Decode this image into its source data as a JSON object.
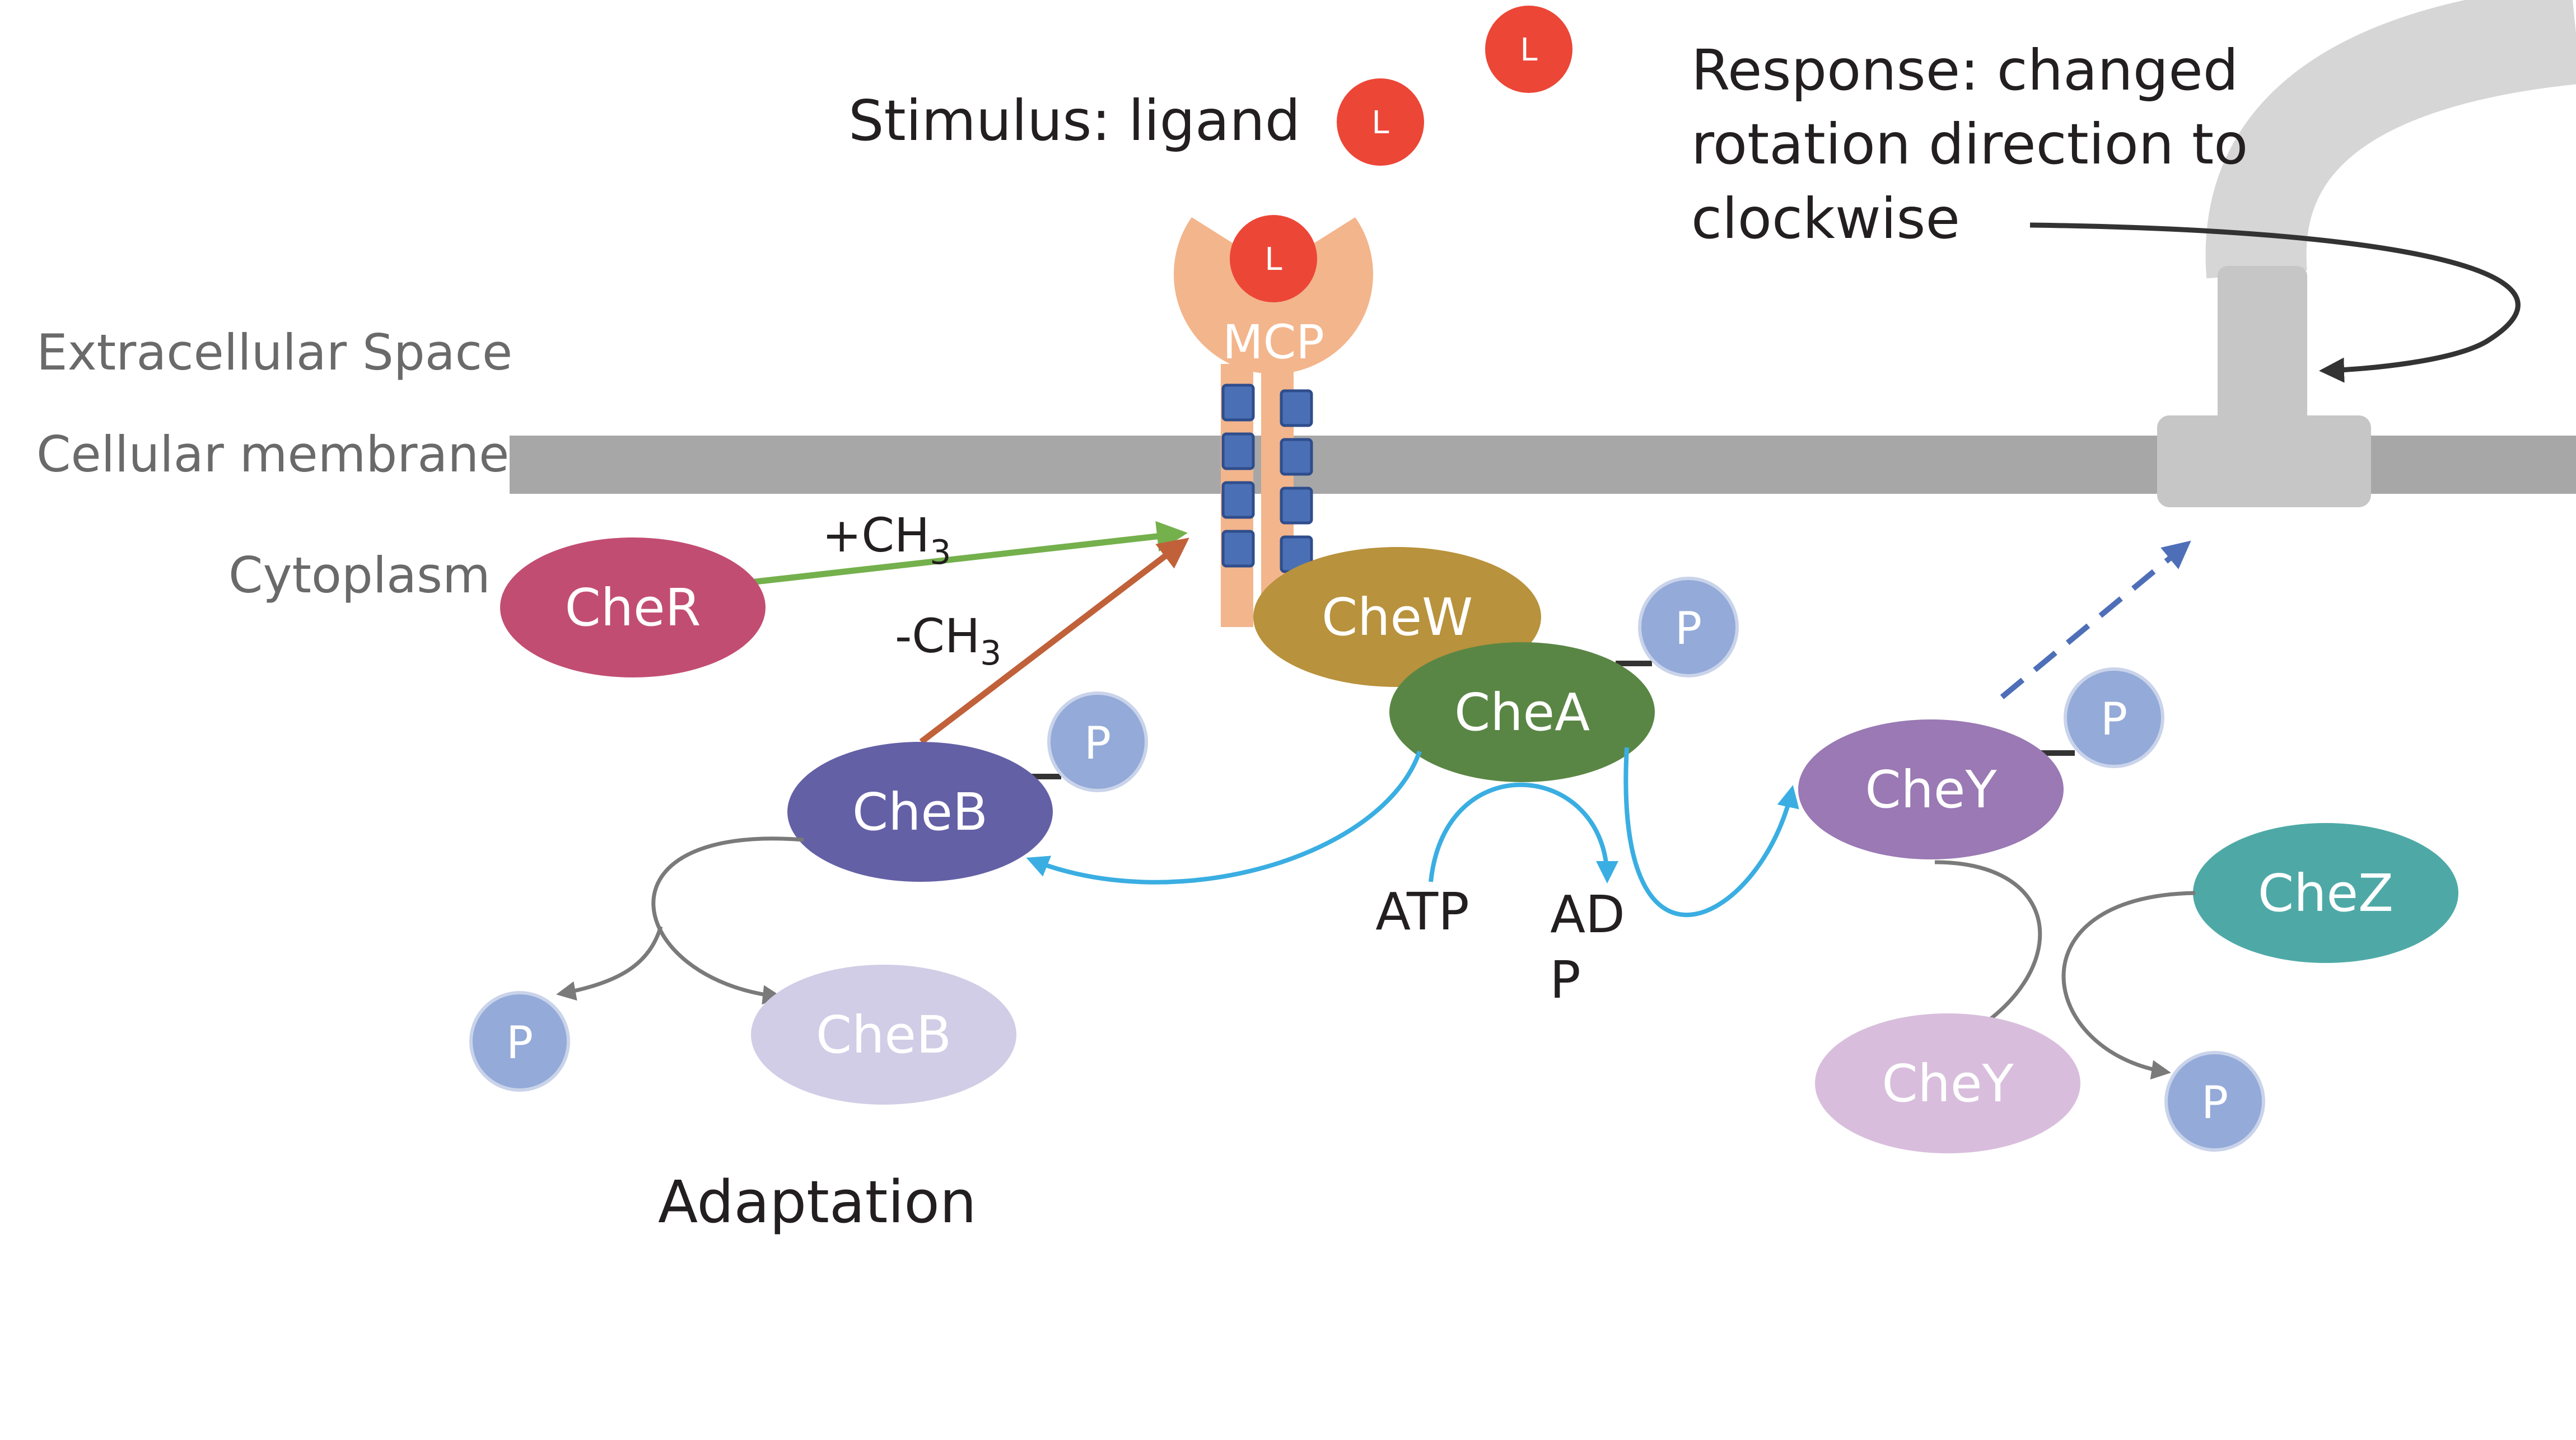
{
  "labels": {
    "extracellular": "Extracellular Space",
    "membrane": "Cellular membrane",
    "cytoplasm": "Cytoplasm",
    "stimulus": "Stimulus: ligand",
    "response_line1": "Response: changed",
    "response_line2": "rotation direction to",
    "response_line3": "clockwise",
    "adaptation": "Adaptation",
    "methyl_add": "+CH",
    "methyl_remove": "-CH",
    "methyl_subscript": "3",
    "atp": "ATP",
    "adp_line1": "AD",
    "adp_line2": "P",
    "mcp": "MCP"
  },
  "ligand_label": "L",
  "phosphate_label": "P",
  "proteins": {
    "cher": "CheR",
    "cheb": "CheB",
    "cheb_inactive": "CheB",
    "chew": "CheW",
    "chea": "CheA",
    "chey": "CheY",
    "chey_inactive": "CheY",
    "chez": "CheZ"
  },
  "colors": {
    "membrane": "#a7a7a7",
    "mcp": "#f3b58c",
    "mcp_methyl_site": "#4a6fb5",
    "ligand": "#ec4637",
    "phosphate": "#94aad8",
    "cher": "#c24d73",
    "cheb": "#6460a6",
    "cheb_inactive": "#d1cde6",
    "chew": "#b8923c",
    "chea": "#5a8645",
    "chey": "#9a79b4",
    "chey_inactive": "#d8bedc",
    "chez": "#4ea9a6",
    "motor": "#c6c6c6",
    "methylation_arrow": "#74b04c",
    "demethylation_arrow": "#c0613a",
    "phosphotransfer_arrow": "#3aaee2",
    "signal_arrow": "#4e6fb8",
    "reaction_arrow": "#7a7a7a"
  }
}
